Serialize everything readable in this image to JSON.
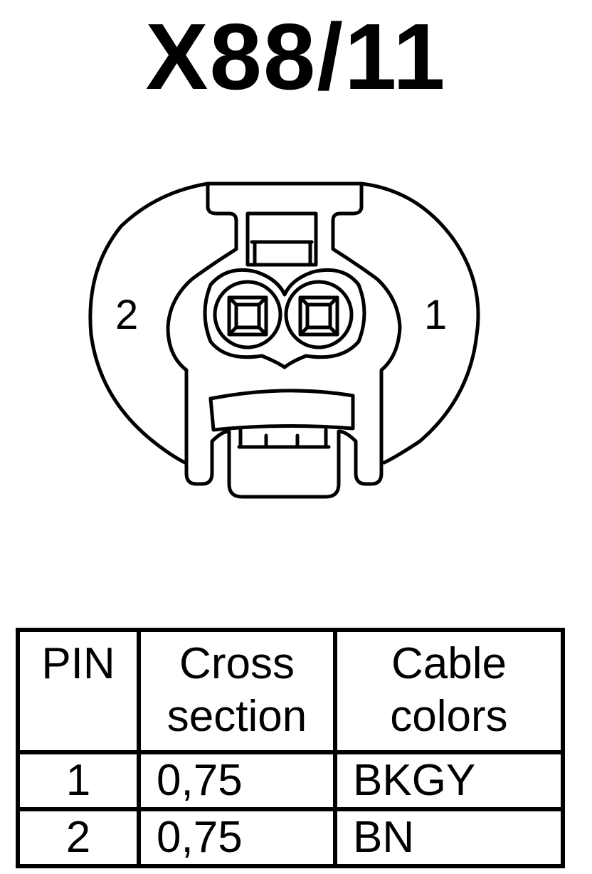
{
  "title": "X88/11",
  "pins_in_view": {
    "left": "2",
    "right": "1"
  },
  "table": {
    "headers": [
      {
        "line1": "PIN",
        "line2": ""
      },
      {
        "line1": "Cross",
        "line2": "section"
      },
      {
        "line1": "Cable",
        "line2": "colors"
      }
    ],
    "rows": [
      {
        "pin": "1",
        "cross_section": "0,75",
        "color": "BKGY"
      },
      {
        "pin": "2",
        "cross_section": "0,75",
        "color": "BN"
      }
    ]
  }
}
